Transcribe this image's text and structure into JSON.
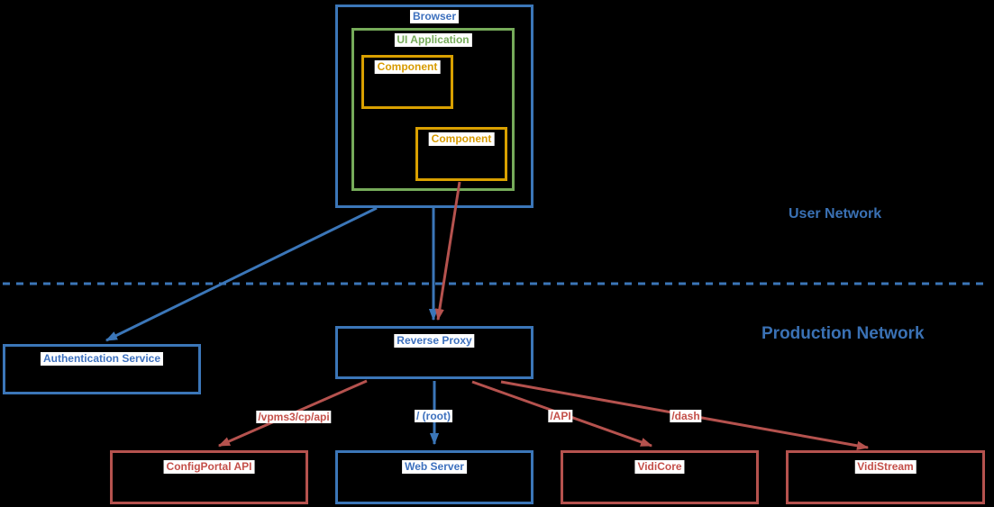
{
  "diagram": {
    "zones": {
      "user_network": "User Network",
      "production_network": "Production Network"
    },
    "nodes": {
      "browser": "Browser",
      "ui_application": "UI Application",
      "component1": "Component",
      "component2": "Component",
      "auth_service": "Authentication Service",
      "reverse_proxy": "Reverse Proxy",
      "configportal_api": "ConfigPortal API",
      "web_server": "Web Server",
      "vidicore": "VidiCore",
      "vidistream": "VidiStream"
    },
    "edge_labels": {
      "configportal_path": "/vpms3/cp/api",
      "webserver_path": "/ (root)",
      "vidicore_path": "/API",
      "vidistream_path": "/dash"
    },
    "colors": {
      "blue": "#3B76B8",
      "blue_text": "#3E71BE",
      "green": "#76AB5A",
      "orange": "#D9A000",
      "orange_text": "#D79B00",
      "red": "#B5524E",
      "red_text": "#C4504A",
      "zone_text": "#3A71B4",
      "background": "#000000",
      "label_chip_background": "#FFFFFF"
    }
  }
}
